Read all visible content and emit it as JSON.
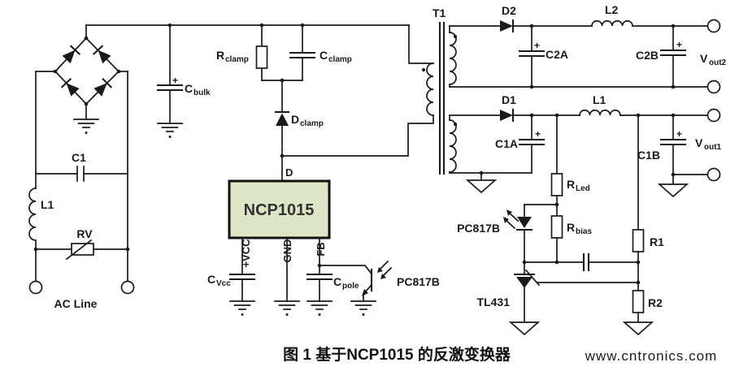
{
  "caption": "图 1 基于NCP1015 的反激变换器",
  "watermark": "www.cntronics.com",
  "polarity_plus": "+",
  "colors": {
    "ic_fill": "#dde6c4",
    "watermark": "#b5e09c",
    "line": "#1a1a1a"
  },
  "components": {
    "ac_line": "AC Line",
    "c1": "C1",
    "l1_emi": "L1",
    "rv": "RV",
    "cbulk": {
      "base": "C",
      "sub": "bulk"
    },
    "rclamp": {
      "base": "R",
      "sub": "clamp"
    },
    "cclamp": {
      "base": "C",
      "sub": "clamp"
    },
    "dclamp": {
      "base": "D",
      "sub": "clamp"
    },
    "t1": "T1",
    "ic_name": "NCP1015",
    "pin_d": "D",
    "pin_vcc": "+VCC",
    "pin_gnd": "GND",
    "pin_fb": "FB",
    "cvcc": {
      "base": "C",
      "sub": "Vcc"
    },
    "cpole": {
      "base": "C",
      "sub": "pole"
    },
    "opto_fb": "PC817B",
    "opto_led": "PC817B",
    "d1": "D1",
    "d2": "D2",
    "l1_out": "L1",
    "l2": "L2",
    "c1a": "C1A",
    "c1b": "C1B",
    "c2a": "C2A",
    "c2b": "C2B",
    "vout1": {
      "base": "V",
      "sub": "out1"
    },
    "vout2": {
      "base": "V",
      "sub": "out2"
    },
    "rled": {
      "base": "R",
      "sub": "Led"
    },
    "rbias": {
      "base": "R",
      "sub": "bias"
    },
    "r1": "R1",
    "r2": "R2",
    "tl431": "TL431"
  }
}
